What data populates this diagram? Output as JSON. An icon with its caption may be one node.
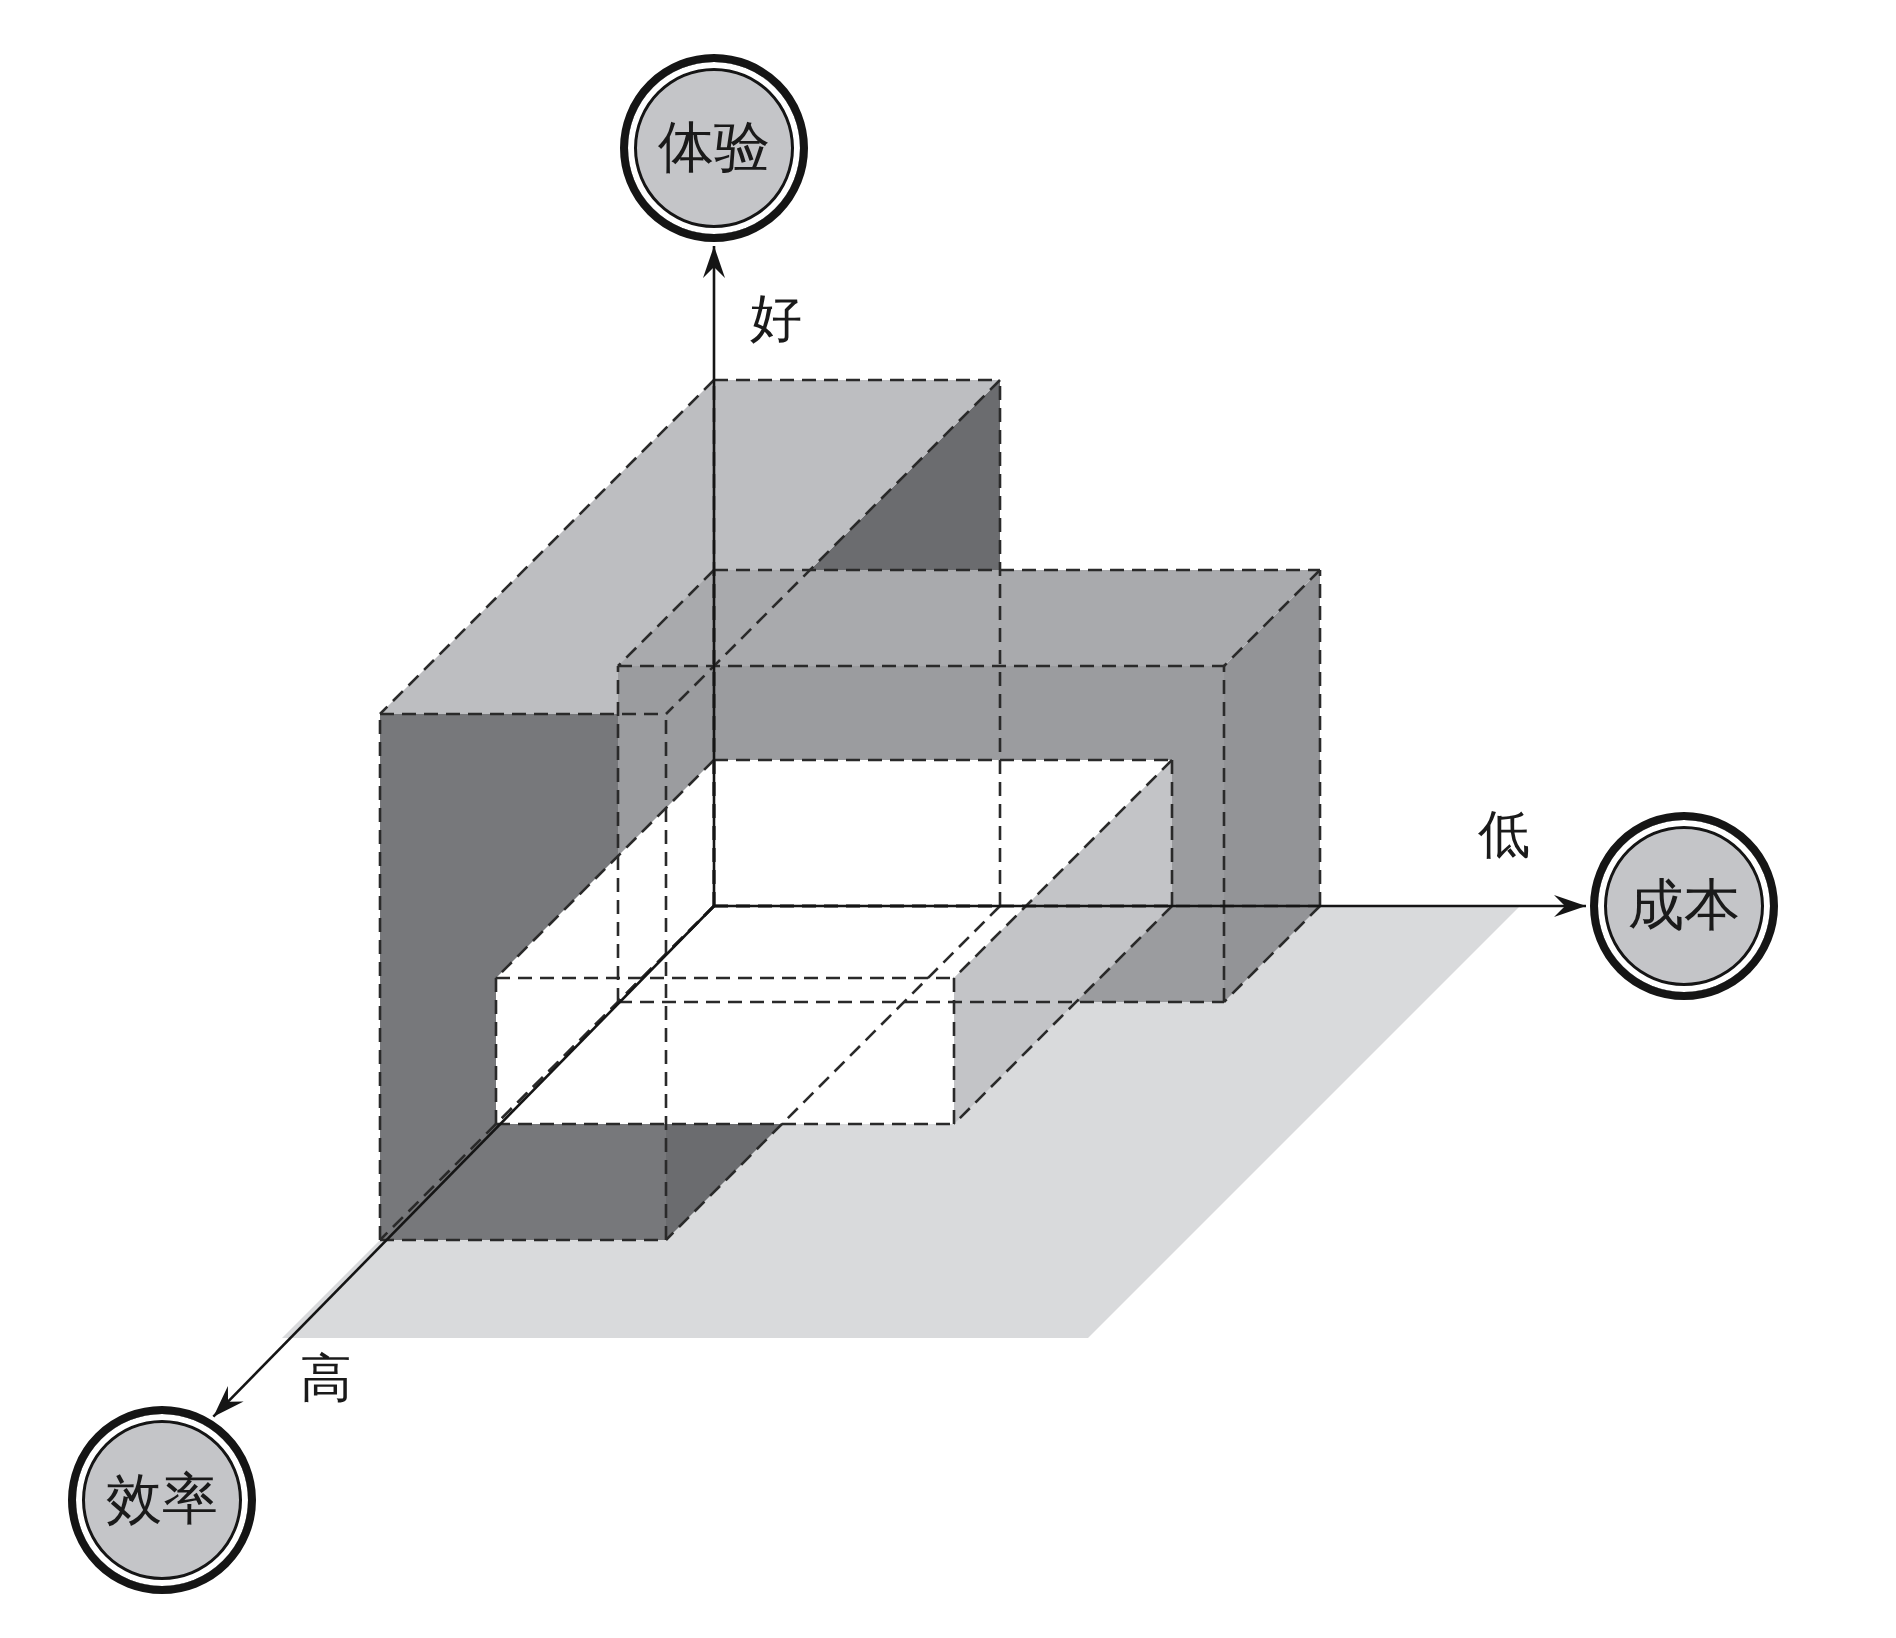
{
  "diagram": {
    "nodes": [
      {
        "text": [
          "体验"
        ]
      },
      {
        "text": [
          "成本"
        ]
      },
      {
        "text": [
          "效率"
        ]
      }
    ],
    "edges": [
      {
        "from": null,
        "to": 0,
        "arrow": "to"
      },
      {
        "from": null,
        "to": 1,
        "arrow": "to"
      },
      {
        "from": null,
        "to": 2,
        "arrow": "to"
      }
    ],
    "labels": [
      "好",
      "低",
      "高"
    ]
  }
}
